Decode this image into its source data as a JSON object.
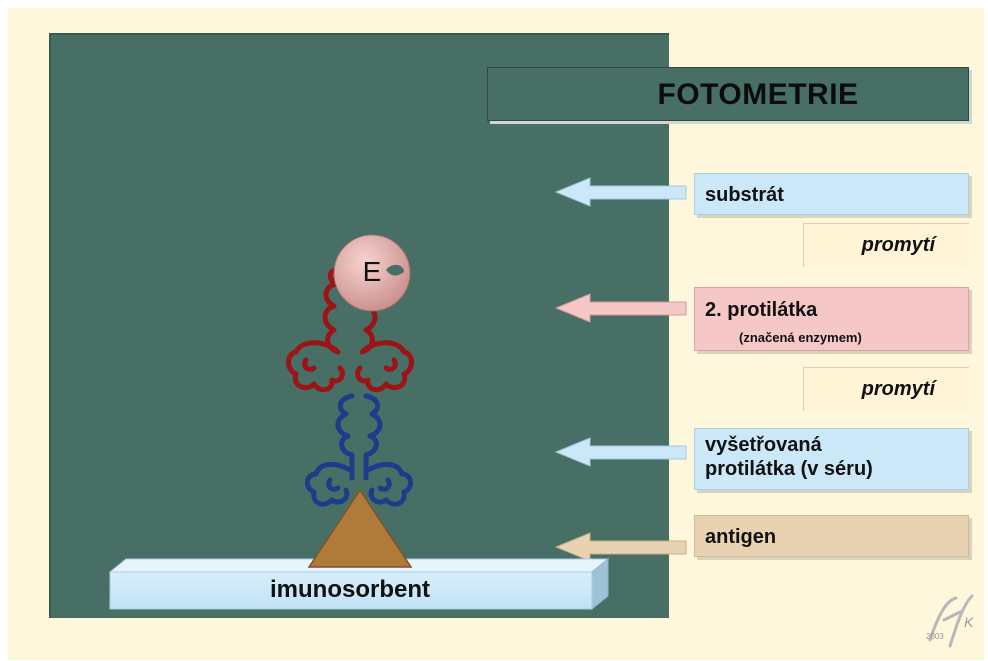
{
  "title": "FOTOMETRIE",
  "labels": {
    "substrat": "substrát",
    "promyti1": "promytí",
    "protilatka2_line1": "2.  protilátka",
    "protilatka2_line2": "(značená  enzymem)",
    "promyti2": "promytí",
    "vysetrovana_line1": "vyšetřovaná",
    "vysetrovana_line2": "protilátka  (v séru)",
    "antigen": "antigen",
    "imunosorbent": "imunosorbent",
    "enzyme": "E"
  },
  "signature": {
    "year": "2003",
    "initials": "HK"
  },
  "colors": {
    "background": "#fff7dc",
    "board": "#476f65",
    "blue_box": "#cbe8f8",
    "pink_box": "#f5c7c7",
    "tan_box": "#e8d2b2",
    "antibody_red": "#9c1318",
    "antibody_blue": "#1d3d8a",
    "antigen": "#b07a3a"
  }
}
